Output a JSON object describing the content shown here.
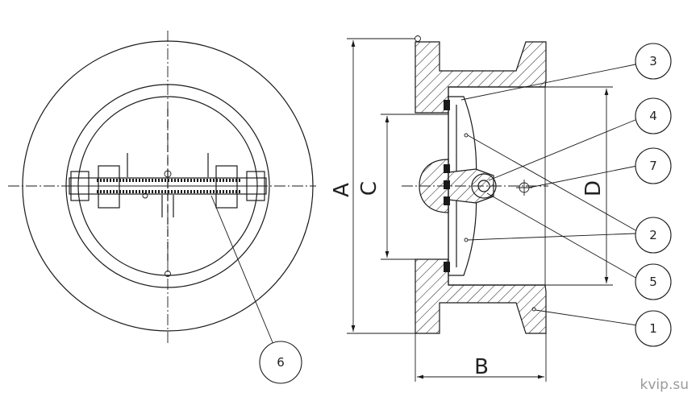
{
  "callouts": {
    "c1": "1",
    "c2": "2",
    "c3": "3",
    "c4": "4",
    "c5": "5",
    "c6": "6",
    "c7": "7"
  },
  "dimensions": {
    "a": "A",
    "b": "B",
    "c": "C",
    "d": "D"
  },
  "watermark": "kvip.su",
  "colors": {
    "line": "#1a1a1a",
    "watermark": "#9a9a9a"
  }
}
